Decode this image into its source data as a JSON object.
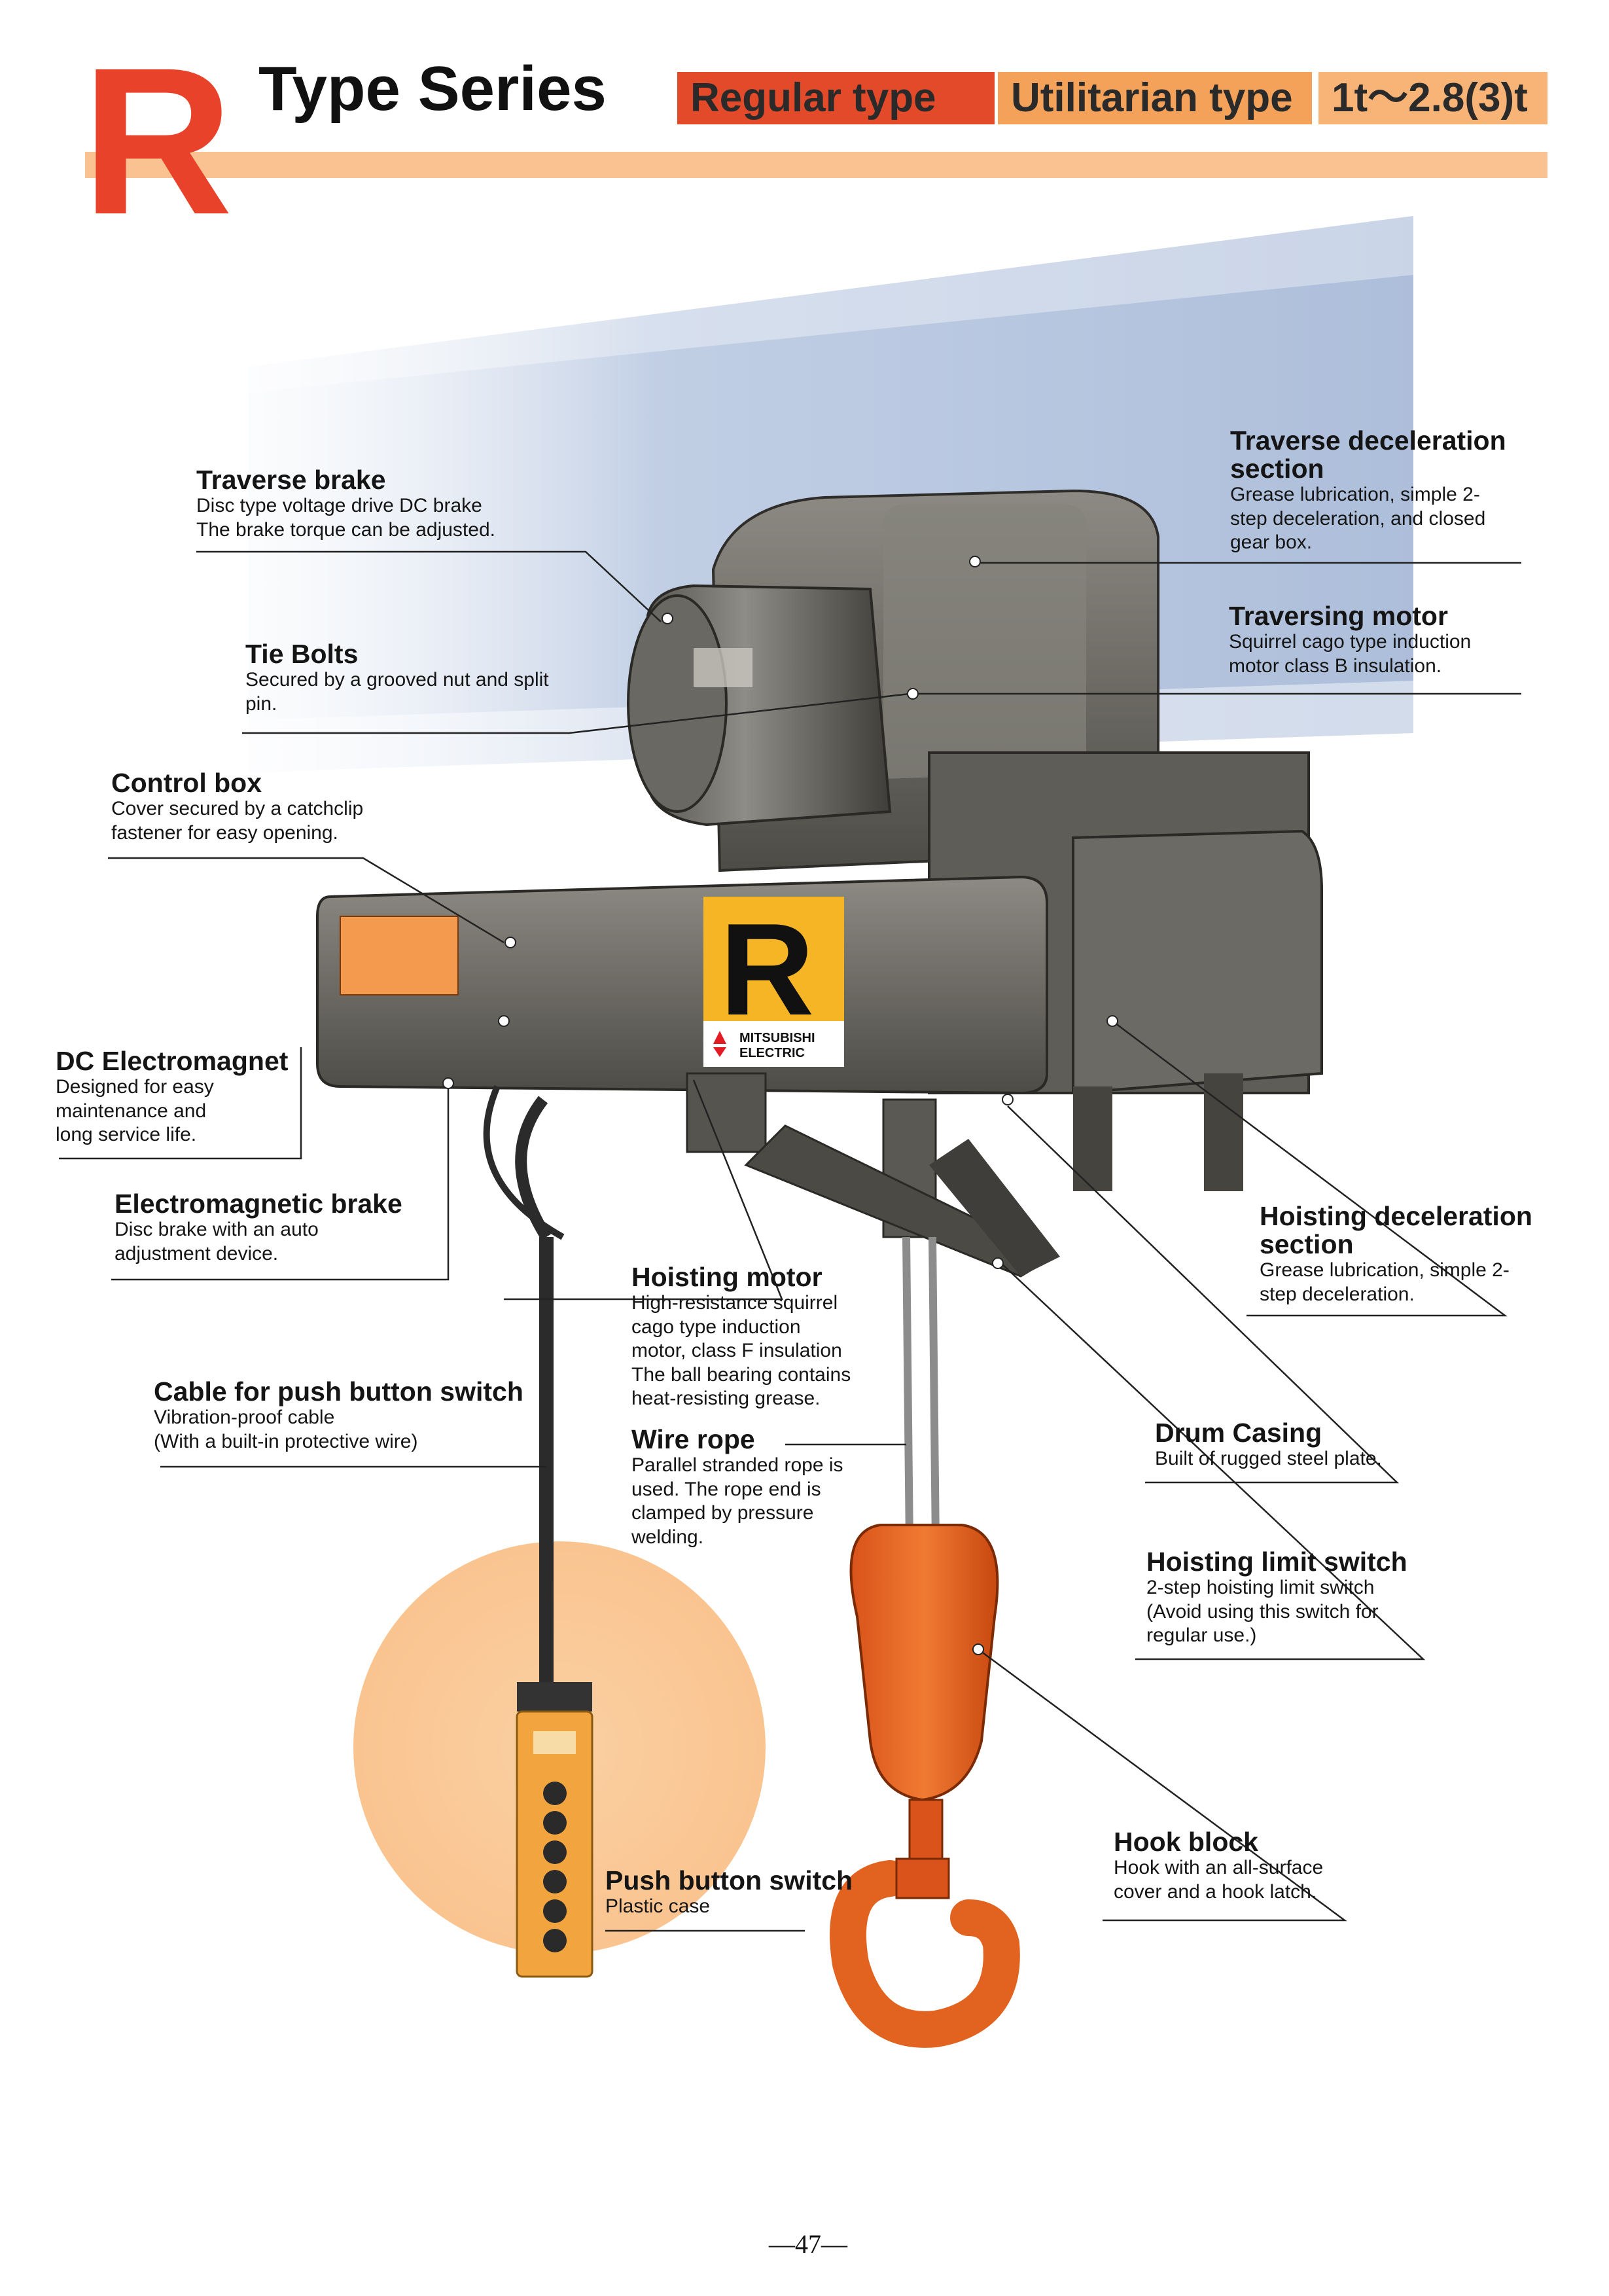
{
  "header": {
    "big_letter": "R",
    "title": "Type Series",
    "tags": [
      "Regular type",
      "Utilitarian type",
      "1t～2.8(3)t"
    ]
  },
  "nameplate": {
    "letter": "R",
    "brand_line1": "MITSUBISHI",
    "brand_line2": "ELECTRIC"
  },
  "callouts": {
    "traverse_brake": {
      "title": "Traverse brake",
      "lines": [
        "Disc type voltage drive DC brake",
        "The brake torque can be adjusted."
      ]
    },
    "tie_bolts": {
      "title": "Tie Bolts",
      "lines": [
        "Secured by a grooved nut and split",
        "pin."
      ]
    },
    "control_box": {
      "title": "Control box",
      "lines": [
        "Cover secured by a catchclip",
        "fastener for easy opening."
      ]
    },
    "dc_electromagnet": {
      "title": "DC Electromagnet",
      "lines": [
        "Designed for easy",
        "maintenance and",
        "long service life."
      ]
    },
    "electromagnetic_brake": {
      "title": "Electromagnetic brake",
      "lines": [
        "Disc brake with an auto",
        "adjustment device."
      ]
    },
    "cable_push_button": {
      "title": "Cable for push button switch",
      "lines": [
        "Vibration-proof cable",
        "(With a built-in protective wire)"
      ]
    },
    "hoisting_motor": {
      "title": "Hoisting motor",
      "lines": [
        "High-resistance squirrel",
        "cago type induction",
        "motor, class F insulation",
        "The ball bearing contains",
        "heat-resisting grease."
      ]
    },
    "wire_rope": {
      "title": "Wire rope",
      "lines": [
        "Parallel stranded rope is",
        "used. The rope end is",
        "clamped by pressure",
        "welding."
      ]
    },
    "push_button_switch": {
      "title": "Push button switch",
      "lines": [
        "Plastic case"
      ]
    },
    "traverse_deceleration": {
      "title_lines": [
        "Traverse  deceleration",
        "section"
      ],
      "lines": [
        "Grease lubrication, simple 2-",
        "step deceleration, and closed",
        "gear box."
      ]
    },
    "traversing_motor": {
      "title": "Traversing  motor",
      "lines": [
        "Squirrel cago type induction",
        "motor class B insulation."
      ]
    },
    "hoisting_deceleration": {
      "title_lines": [
        "Hoisting deceleration",
        "section"
      ],
      "lines": [
        "Grease lubrication, simple 2-",
        "step deceleration."
      ]
    },
    "drum_casing": {
      "title": "Drum Casing",
      "lines": [
        "Built of rugged steel plate."
      ]
    },
    "hoisting_limit_switch": {
      "title": "Hoisting limit switch",
      "lines": [
        "2-step hoisting limit switch",
        "(Avoid using this switch for",
        "regular use.)"
      ]
    },
    "hook_block": {
      "title": "Hook block",
      "lines": [
        "Hook with an all-surface",
        "cover and a hook latch."
      ]
    }
  },
  "page_number": "—47—"
}
